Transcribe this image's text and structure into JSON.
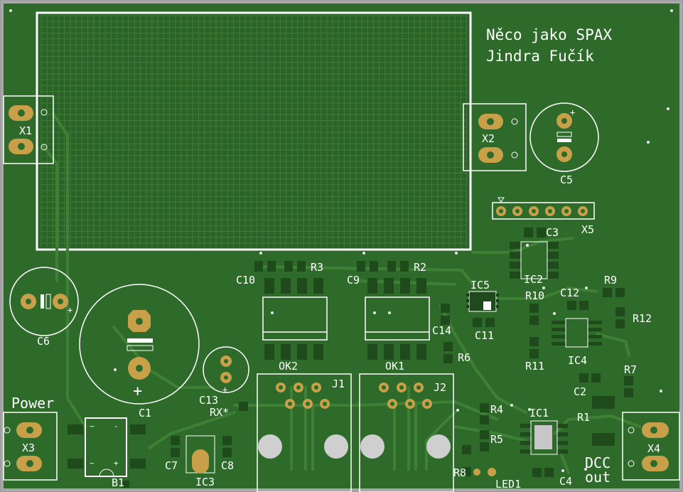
{
  "board": {
    "title_line1": "Něco jako SPAX",
    "title_line2": "Jindra Fučík",
    "colors": {
      "board": "#2e6b2a",
      "copper": "#336f2f",
      "trace": "#3f8037",
      "pad": "#c8a04a",
      "pad_smd": "#1f4a1c",
      "silk": "#ffffff",
      "edge": "#a8a8a8"
    }
  },
  "labels": {
    "X1": "X1",
    "X2": "X2",
    "X3": "X3",
    "X4": "X4",
    "X5": "X5",
    "C1": "C1",
    "C2": "C2",
    "C3": "C3",
    "C4": "C4",
    "C5": "C5",
    "C6": "C6",
    "C7": "C7",
    "C8": "C8",
    "C9": "C9",
    "C10": "C10",
    "C11": "C11",
    "C12": "C12",
    "C13": "C13",
    "C14": "C14",
    "R1": "R1",
    "R2": "R2",
    "R3": "R3",
    "R4": "R4",
    "R5": "R5",
    "R6": "R6",
    "R7": "R7",
    "R8": "R8",
    "R9": "R9",
    "R10": "R10",
    "R11": "R11",
    "R12": "R12",
    "IC1": "IC1",
    "IC2": "IC2",
    "IC3": "IC3",
    "IC4": "IC4",
    "IC5": "IC5",
    "OK1": "OK1",
    "OK2": "OK2",
    "J1": "J1",
    "J2": "J2",
    "B1": "B1",
    "LED1": "LED1",
    "RX": "RX*",
    "power": "Power",
    "dcc1": "DCC",
    "dcc2": "out"
  }
}
